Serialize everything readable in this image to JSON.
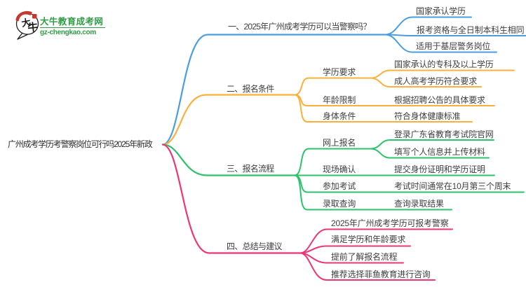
{
  "logo": {
    "title": "大牛教育成考网",
    "domain": "gz-chengkao.com",
    "icon_char_1": "大",
    "icon_char_2": "牛",
    "brand_green": "#2e9d44",
    "brand_red": "#c5382b"
  },
  "root": {
    "label": "广州成考学历考警察岗位可行吗2025年新政"
  },
  "colors": {
    "blue": "#4a9ee0",
    "yellow": "#fbb03b",
    "green": "#2dc26b",
    "pink": "#ed3577"
  },
  "branches": [
    {
      "label": "一、2025年广州成考学历可以当警察吗？",
      "color": "#4a9ee0",
      "children": [
        {
          "label": "国家承认学历"
        },
        {
          "label": "报考资格与全日制本科生相同"
        },
        {
          "label": "适用于基层警务岗位"
        }
      ]
    },
    {
      "label": "二、报名条件",
      "color": "#fbb03b",
      "children": [
        {
          "label": "学历要求",
          "children": [
            {
              "label": "国家承认的专科及以上学历"
            },
            {
              "label": "成人高考学历符合要求"
            }
          ]
        },
        {
          "label": "年龄限制",
          "children": [
            {
              "label": "根据招聘公告的具体要求"
            }
          ]
        },
        {
          "label": "身体条件",
          "children": [
            {
              "label": "符合身体健康标准"
            }
          ]
        }
      ]
    },
    {
      "label": "三、报名流程",
      "color": "#2dc26b",
      "children": [
        {
          "label": "网上报名",
          "children": [
            {
              "label": "登录广东省教育考试院官网"
            },
            {
              "label": "填写个人信息并上传材料"
            }
          ]
        },
        {
          "label": "现场确认",
          "children": [
            {
              "label": "提交身份证明和学历证明"
            }
          ]
        },
        {
          "label": "参加考试",
          "children": [
            {
              "label": "考试时间通常在10月第三个周末"
            }
          ]
        },
        {
          "label": "录取查询",
          "children": [
            {
              "label": "查询录取结果"
            }
          ]
        }
      ]
    },
    {
      "label": "四、总结与建议",
      "color": "#ed3577",
      "children": [
        {
          "label": "2025年广州成考学历可报考警察"
        },
        {
          "label": "满足学历和年龄要求"
        },
        {
          "label": "提前了解报名流程"
        },
        {
          "label": "推荐选择菲鱼教育进行咨询"
        }
      ]
    }
  ]
}
